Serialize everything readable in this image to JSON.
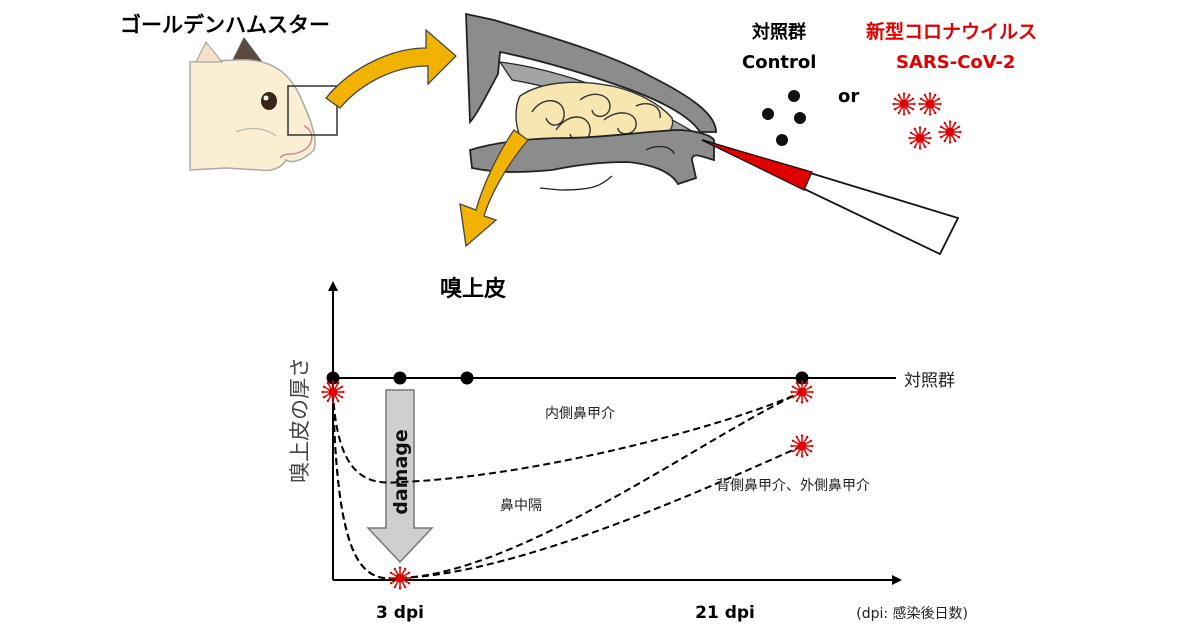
{
  "labels": {
    "hamster_title": "ゴールデンハムスター",
    "control_jp": "対照群",
    "control_en": "Control",
    "or": "or",
    "virus_jp": "新型コロナウイルス",
    "virus_en": "SARS-CoV-2",
    "olfactory_epithelium": "嗅上皮"
  },
  "colors": {
    "virus_red": "#e00000",
    "arrow_gold": "#f2b300",
    "tissue_gray": "#8c8c8c",
    "turbinate_yellow": "#f7e6b0",
    "hamster_fur": "#faefd2",
    "damage_arrow": "#cfcfcf"
  },
  "chart_data": {
    "type": "line",
    "ylabel": "嗅上皮の厚さ",
    "x_ticks": [
      "3 dpi",
      "21 dpi"
    ],
    "x_note": "(dpi: 感染後日数)",
    "damage_label": "damage",
    "series": [
      {
        "name": "対照群",
        "points": [
          [
            0,
            1.0
          ],
          [
            3,
            1.0
          ],
          [
            6,
            1.0
          ],
          [
            21,
            1.0
          ]
        ]
      },
      {
        "name": "内側鼻甲介",
        "points": [
          [
            0,
            0.93
          ],
          [
            3,
            0.48
          ],
          [
            21,
            0.93
          ]
        ]
      },
      {
        "name": "鼻中隔",
        "points": [
          [
            0,
            0.93
          ],
          [
            3,
            0.0
          ],
          [
            21,
            0.93
          ]
        ]
      },
      {
        "name": "背側鼻甲介、外側鼻甲介",
        "points": [
          [
            0,
            0.93
          ],
          [
            3,
            0.0
          ],
          [
            21,
            0.66
          ]
        ]
      }
    ]
  }
}
